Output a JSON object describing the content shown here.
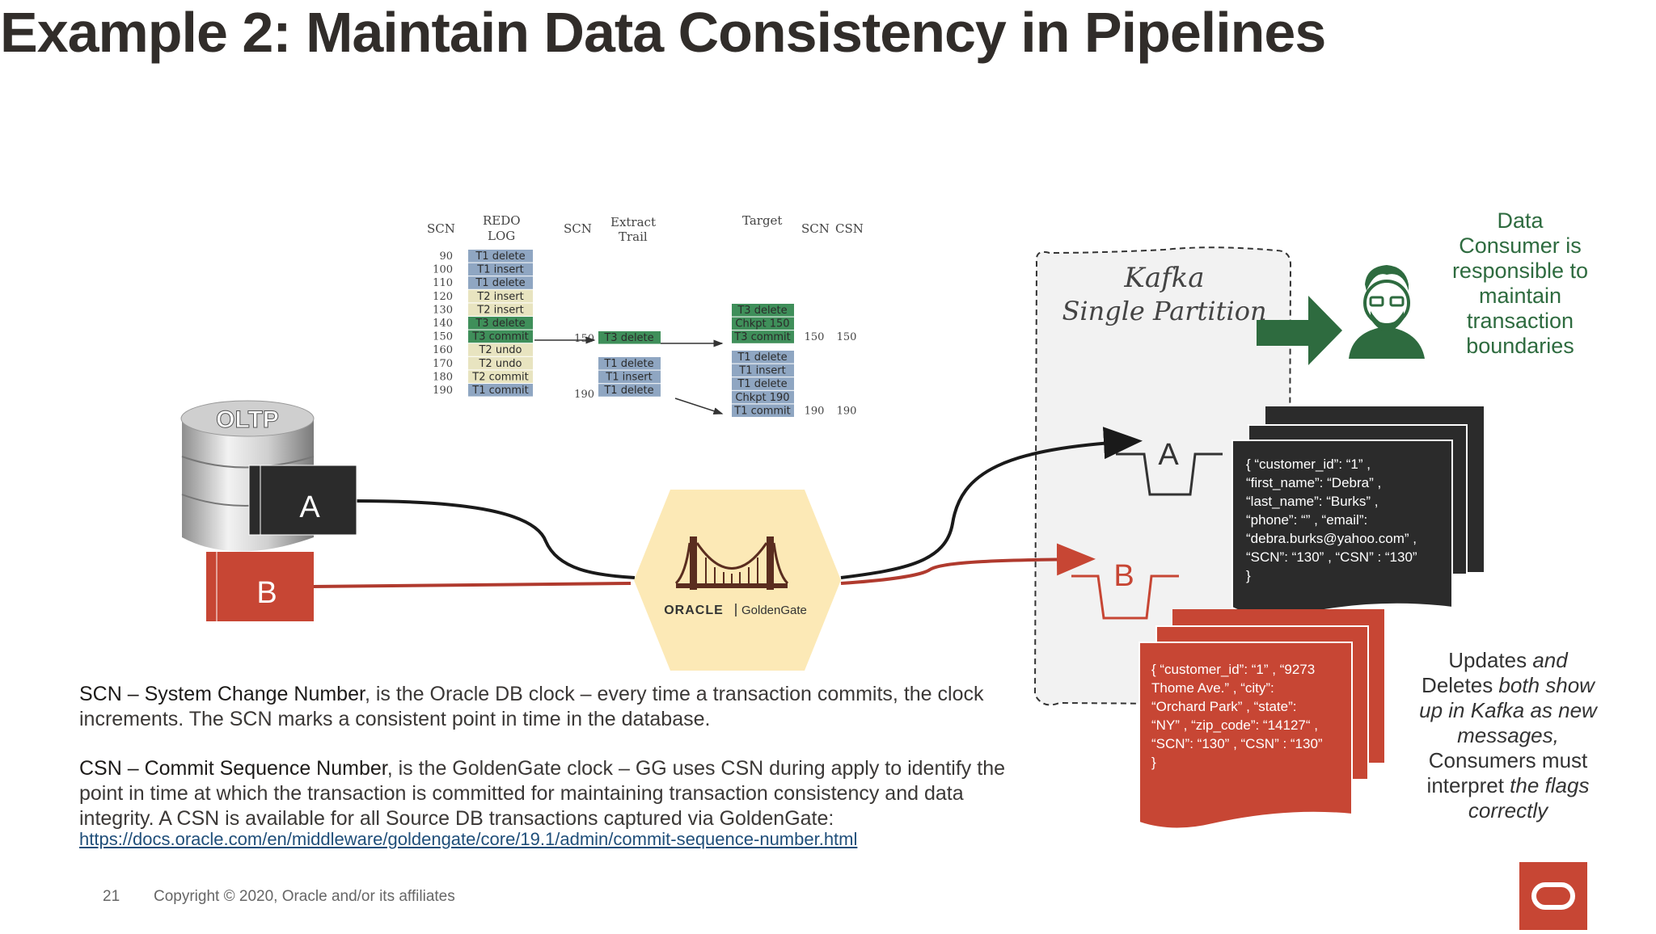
{
  "title": "Example 2: Maintain Data Consistency in Pipelines",
  "redo_table": {
    "headers": {
      "scn1": "SCN",
      "redo_log_1": "REDO",
      "redo_log_2": "LOG",
      "scn2": "SCN",
      "extract_1": "Extract",
      "extract_2": "Trail",
      "target": "Target",
      "scn3": "SCN",
      "csn": "CSN"
    },
    "rows": [
      {
        "scn": "90",
        "op": "T1 delete",
        "color": "#8fa6c2"
      },
      {
        "scn": "100",
        "op": "T1 insert",
        "color": "#8fa6c2"
      },
      {
        "scn": "110",
        "op": "T1 delete",
        "color": "#8fa6c2"
      },
      {
        "scn": "120",
        "op": "T2 insert",
        "color": "#e8e4c0"
      },
      {
        "scn": "130",
        "op": "T2 insert",
        "color": "#e8e4c0"
      },
      {
        "scn": "140",
        "op": "T3 delete",
        "color": "#3f8f5a"
      },
      {
        "scn": "150",
        "op": "T3 commit",
        "color": "#3f8f5a"
      },
      {
        "scn": "160",
        "op": "T2 undo",
        "color": "#e8e4c0"
      },
      {
        "scn": "170",
        "op": "T2 undo",
        "color": "#e8e4c0"
      },
      {
        "scn": "180",
        "op": "T2 commit",
        "color": "#e8e4c0"
      },
      {
        "scn": "190",
        "op": "T1 commit",
        "color": "#8fa6c2"
      }
    ],
    "extract": [
      {
        "scn": "150",
        "ops": [
          "T3 delete"
        ],
        "color": "#3f8f5a"
      },
      {
        "scn": "190",
        "ops": [
          "T1 delete",
          "T1 insert",
          "T1 delete"
        ],
        "color": "#8fa6c2"
      }
    ],
    "target": [
      {
        "ops": [
          "T3 delete",
          "Chkpt 150",
          "T3 commit"
        ],
        "scn": "150",
        "csn": "150",
        "color": "#3f8f5a"
      },
      {
        "ops": [
          "T1 delete",
          "T1 insert",
          "T1 delete",
          "Chkpt 190",
          "T1 commit"
        ],
        "scn": "190",
        "csn": "190",
        "color": "#8fa6c2"
      }
    ]
  },
  "oltp": {
    "label": "OLTP",
    "a_label": "A",
    "b_label": "B"
  },
  "goldengate": {
    "brand": "ORACLE",
    "product": "GoldenGate"
  },
  "kafka": {
    "line1": "Kafka",
    "line2": "Single Partition",
    "a_label": "A",
    "b_label": "B"
  },
  "consumer_note": "Data Consumer is responsible to maintain transaction boundaries",
  "message_a": [
    "{ “customer_id”: “1” ,",
    "“first_name”: “Debra” ,",
    "“last_name”: “Burks” ,",
    "“phone”: “” , “email”:",
    "“debra.burks@yahoo.com” ,",
    "“SCN”: “130” , “CSN” : “130”",
    "}"
  ],
  "message_b": [
    "{ “customer_id”: “1” , “9273",
    "Thome Ave.” , “city”:",
    "“Orchard Park” , “state”:",
    "“NY” , “zip_code”: “14127“ ,",
    "“SCN”: “130” , “CSN” : “130”",
    "}"
  ],
  "updates_note": {
    "line1a": "Updates",
    "line1b": " and",
    "line2a": "Deletes",
    "line2b": " both show",
    "line3": "up in Kafka as new",
    "line4": "messages,",
    "line5": "Consumers must",
    "line6a": "interpret",
    "line6b": " the flags",
    "line7": "correctly"
  },
  "scn_para": {
    "term": "SCN – System Change Number",
    "text": ", is the Oracle DB clock – every time a transaction commits, the clock increments. The SCN marks a consistent point in time in the database."
  },
  "csn_para": {
    "term": "CSN – Commit Sequence Number",
    "text": ", is the GoldenGate clock – GG uses CSN during apply to identify the point in time at which the transaction is committed for maintaining transaction consistency and data integrity. A CSN is available for all Source DB transactions captured via GoldenGate:"
  },
  "link": "https://docs.oracle.com/en/middleware/goldengate/core/19.1/admin/commit-sequence-number.html",
  "footer": {
    "page": "21",
    "copyright": "Copyright © 2020, Oracle and/or its affiliates"
  },
  "colors": {
    "oracle_red": "#c74634",
    "dark": "#2b2b2b",
    "green": "#2e6b3f",
    "gg_hex": "#fce9b6"
  }
}
